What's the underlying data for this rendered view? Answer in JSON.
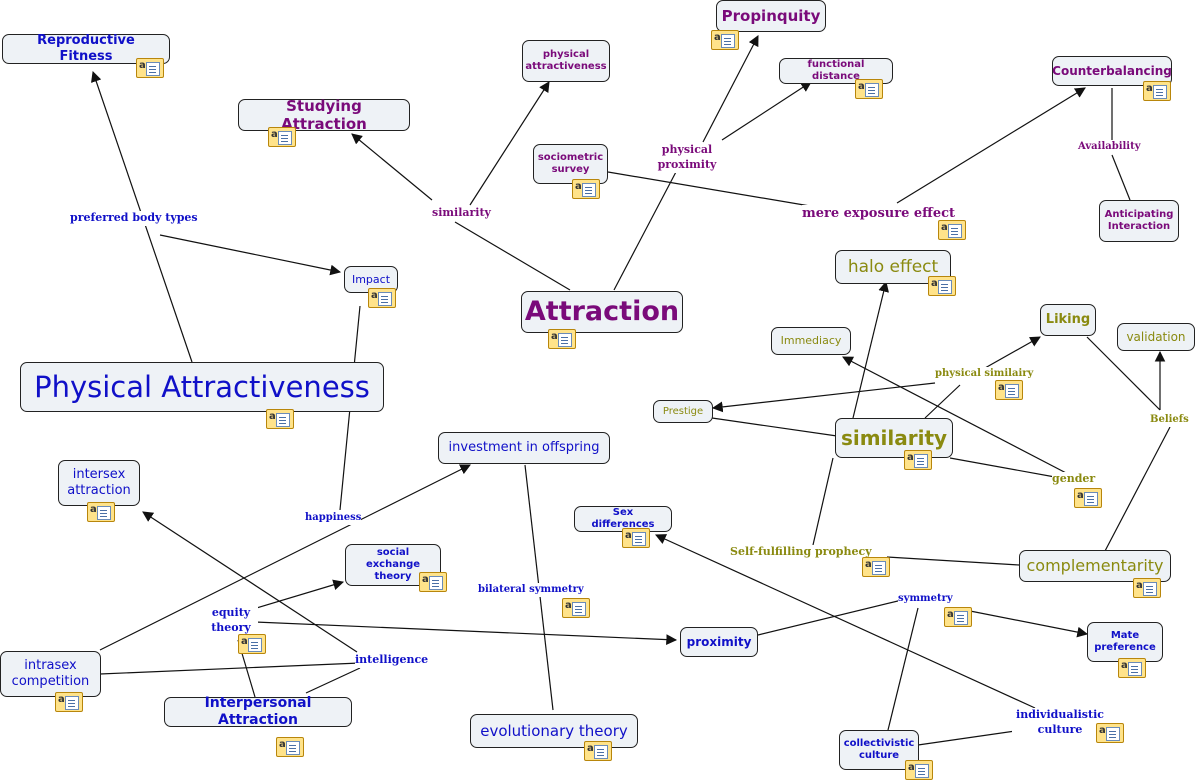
{
  "nodes": {
    "reproductive_fitness": "Reproductive Fitness",
    "physical_attractiveness_small": "physical attractiveness",
    "propinquity": "Propinquity",
    "functional_distance": "functional distance",
    "counterbalancing": "Counterbalancing",
    "studying_attraction": "Studying Attraction",
    "sociometric_survey": "sociometric survey",
    "anticipating_interaction": "Anticipating Interaction",
    "impact": "Impact",
    "halo_effect": "halo effect",
    "attraction": "Attraction",
    "liking": "Liking",
    "immediacy": "Immediacy",
    "validation": "validation",
    "physical_attractiveness": "Physical Attractiveness",
    "prestige": "Prestige",
    "similarity": "similarity",
    "investment_in_offspring": "investment in offspring",
    "intersex_attraction": "intersex attraction",
    "sex_differences": "Sex differences",
    "social_exchange_theory": "social exchange theory",
    "complementarity": "complementarity",
    "mate_preference": "Mate preference",
    "intrasex_competition": "intrasex competition",
    "proximity": "proximity",
    "interpersonal_attraction": "Interpersonal Attraction",
    "evolutionary_theory": "evolutionary theory",
    "collectivistic_culture": "collectivistic culture"
  },
  "labels": {
    "preferred_body_types": "preferred body types",
    "similarity_link": "similarity",
    "physical_proximity": "physical proximity",
    "mere_exposure_effect": "mere exposure effect",
    "availability": "Availability",
    "physical_similarity": "physical similairy",
    "beliefs": "Beliefs",
    "gender": "gender",
    "happiness": "happiness",
    "self_fulfilling_prophecy": "Self-fulfilling prophecy",
    "bilateral_symmetry": "bilateral symmetry",
    "symmetry": "symmetry",
    "equity_theory": "equity theory",
    "intelligence": "intelligence",
    "individualistic_culture": "individualistic culture"
  },
  "icon_glyph": "a",
  "colors": {
    "blue": "#1010c8",
    "purple": "#7a0a7a",
    "olive": "#8a8a10",
    "node_bg": "#eef2f6"
  }
}
